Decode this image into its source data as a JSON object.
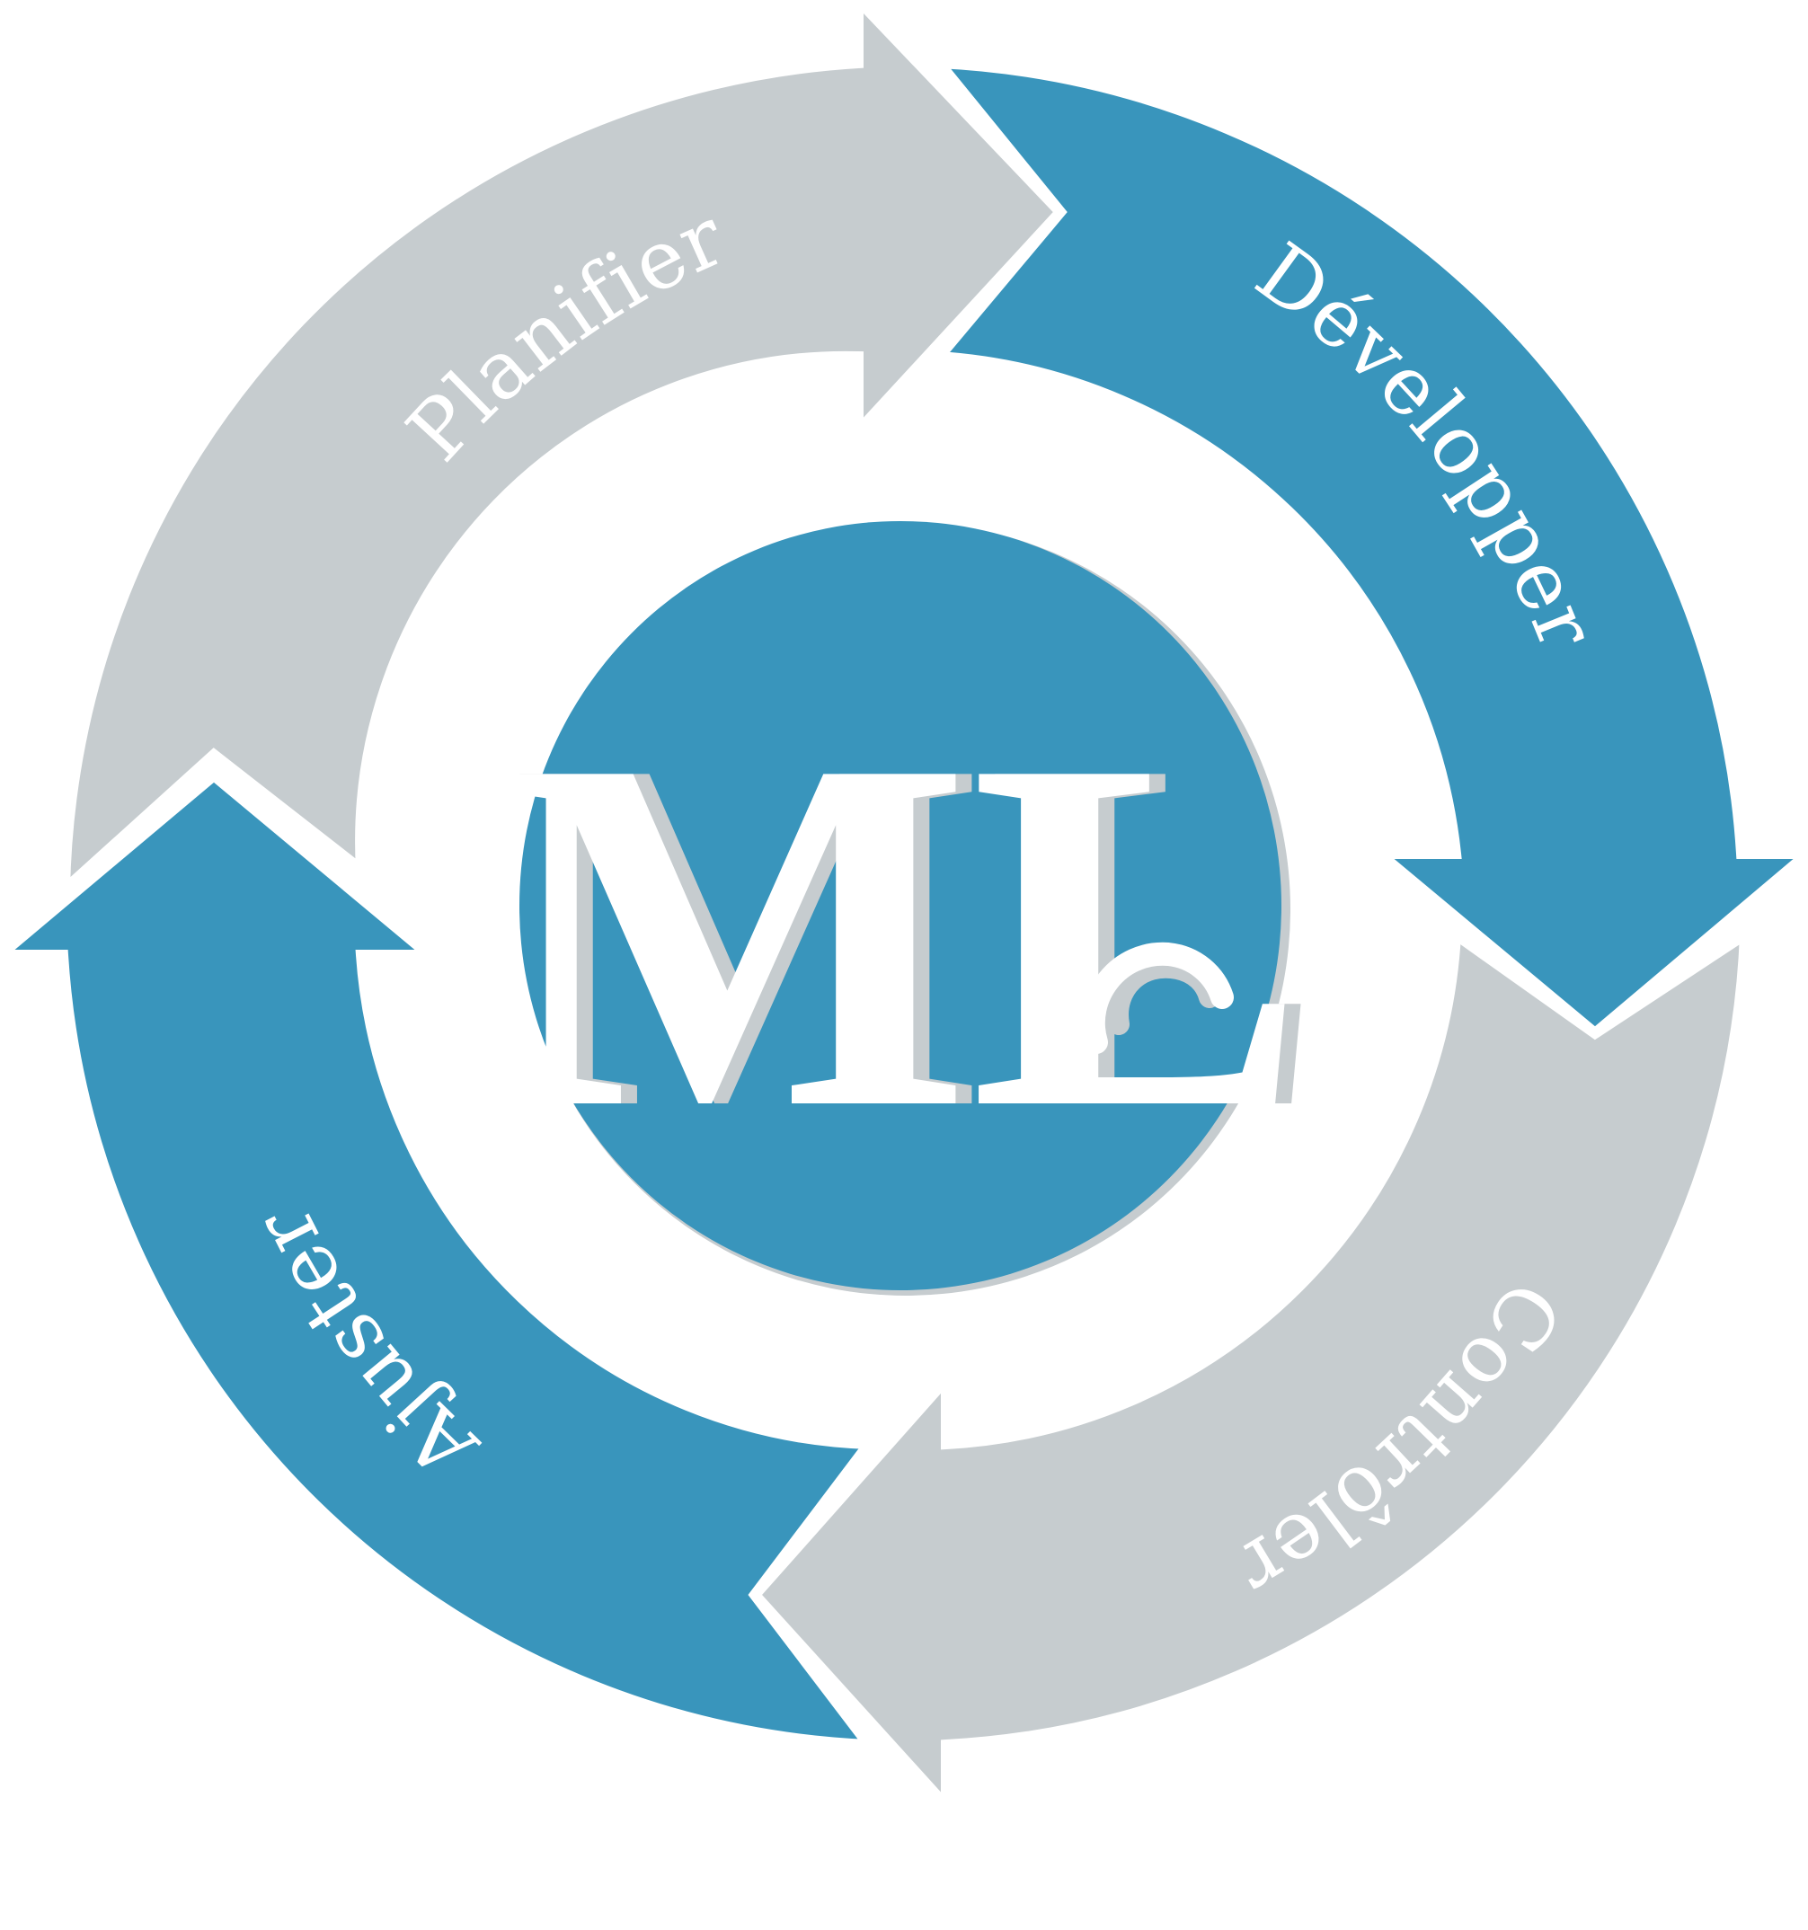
{
  "cycle": {
    "stages": [
      {
        "id": "plan",
        "label": "Planifier"
      },
      {
        "id": "develop",
        "label": "Développer"
      },
      {
        "id": "check",
        "label": "Contrôler"
      },
      {
        "id": "adjust",
        "label": "Ajuster"
      }
    ],
    "logo": {
      "text": "ML"
    }
  },
  "colors": {
    "blue": "#3995BC",
    "grey": "#C6CCCF",
    "white": "#FFFFFF"
  }
}
